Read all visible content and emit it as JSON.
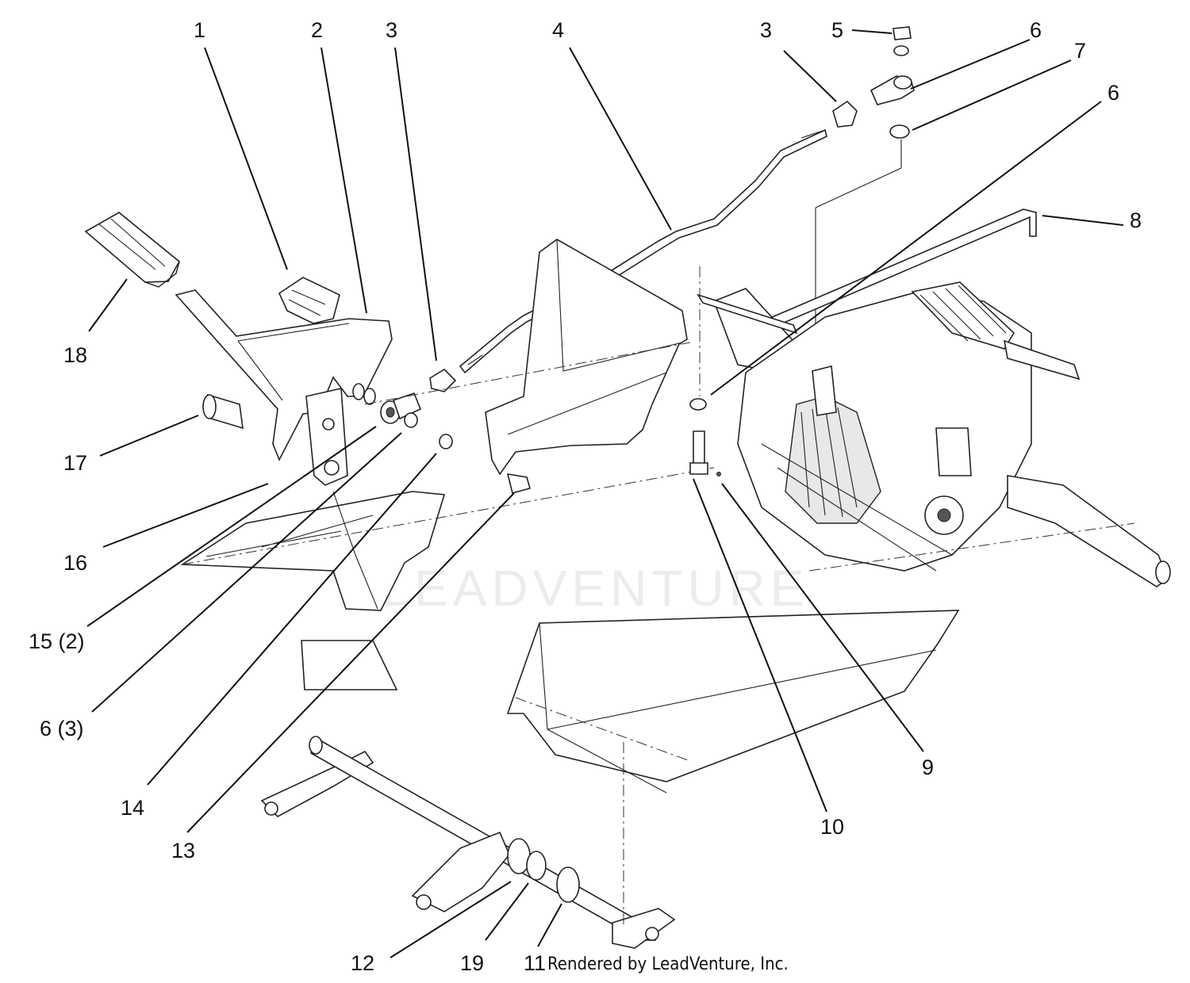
{
  "callouts": [
    {
      "id": "c1",
      "label": "1"
    },
    {
      "id": "c2",
      "label": "2"
    },
    {
      "id": "c3a",
      "label": "3"
    },
    {
      "id": "c4",
      "label": "4"
    },
    {
      "id": "c3b",
      "label": "3"
    },
    {
      "id": "c5",
      "label": "5"
    },
    {
      "id": "c6a",
      "label": "6"
    },
    {
      "id": "c7",
      "label": "7"
    },
    {
      "id": "c6b",
      "label": "6"
    },
    {
      "id": "c8",
      "label": "8"
    },
    {
      "id": "c18",
      "label": "18"
    },
    {
      "id": "c17",
      "label": "17"
    },
    {
      "id": "c16",
      "label": "16"
    },
    {
      "id": "c15",
      "label": "15 (2)"
    },
    {
      "id": "c6c",
      "label": "6 (3)"
    },
    {
      "id": "c14",
      "label": "14"
    },
    {
      "id": "c13",
      "label": "13"
    },
    {
      "id": "c12",
      "label": "12"
    },
    {
      "id": "c19",
      "label": "19"
    },
    {
      "id": "c11",
      "label": "11"
    },
    {
      "id": "c10",
      "label": "10"
    },
    {
      "id": "c9",
      "label": "9"
    }
  ],
  "credit": "Rendered by LeadVenture, Inc.",
  "watermark": "LEADVENTURE"
}
